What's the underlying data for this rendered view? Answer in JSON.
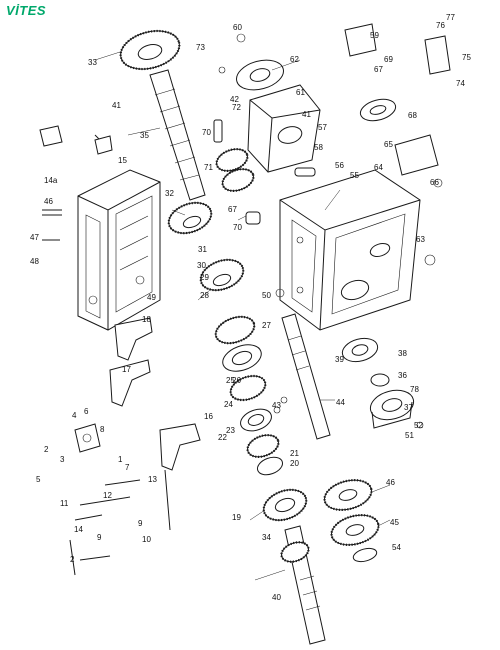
{
  "title": "VİTES",
  "colors": {
    "title": "#00a86b",
    "ink": "#1a1a1a"
  },
  "labels": [
    "1",
    "2",
    "2",
    "3",
    "4",
    "5",
    "6",
    "7",
    "8",
    "9",
    "9",
    "10",
    "11",
    "12",
    "13",
    "14",
    "15",
    "16",
    "17",
    "18",
    "19",
    "20",
    "21",
    "22",
    "23",
    "24",
    "25",
    "26",
    "27",
    "28",
    "29",
    "30",
    "31",
    "32",
    "33",
    "34",
    "35",
    "36",
    "37",
    "38",
    "39",
    "40",
    "41",
    "41",
    "42",
    "43",
    "44",
    "45",
    "46",
    "46",
    "47",
    "48",
    "49",
    "50",
    "51",
    "52",
    "54",
    "55",
    "56",
    "57",
    "58",
    "59",
    "60",
    "61",
    "62",
    "63",
    "64",
    "65",
    "66",
    "67",
    "67",
    "68",
    "69",
    "70",
    "70",
    "71",
    "72",
    "73",
    "74",
    "75",
    "76",
    "77",
    "78",
    "14a"
  ]
}
